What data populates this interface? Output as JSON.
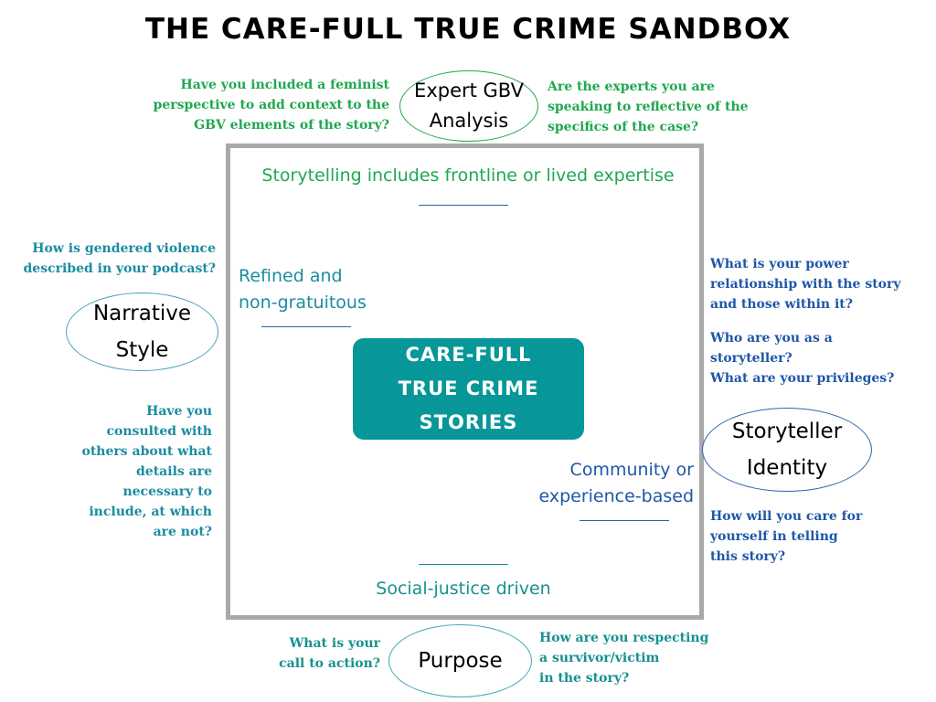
{
  "title": "THE CARE-FULL TRUE CRIME SANDBOX",
  "colors": {
    "green": "#1fa84f",
    "teal": "#1a8ca0",
    "blue": "#1f57a8",
    "center_badge": "#079799",
    "frame": "#a9a9a9"
  },
  "expert": {
    "label_line1": "Expert GBV",
    "label_line2": "Analysis",
    "question_left": [
      "Have you included a feminist",
      "perspective to add context to the",
      "GBV elements of the story?"
    ],
    "question_right": [
      "Are the experts you are",
      "speaking to reflective of the",
      "specifics of the case?"
    ],
    "inner_text": "Storytelling includes frontline or lived expertise"
  },
  "narrative": {
    "label_line1": "Narrative",
    "label_line2": "Style",
    "question_top": [
      "How is gendered violence",
      "described in your podcast?"
    ],
    "question_bottom": [
      "Have you",
      "consulted with",
      "others about what",
      "details are",
      "necessary to",
      "include, at which",
      "are not?"
    ],
    "inner_text": [
      "Refined and",
      "non-gratuitous"
    ]
  },
  "identity": {
    "label_line1": "Storyteller",
    "label_line2": "Identity",
    "question_top": [
      "What is your power",
      "relationship with the story",
      "and those within it?"
    ],
    "question_middle": [
      "Who are you as a",
      "storyteller?",
      "What are your privileges?"
    ],
    "question_bottom": [
      "How will you care for",
      "yourself in telling",
      "this story?"
    ],
    "inner_text": [
      "Community or",
      "experience-based"
    ]
  },
  "purpose": {
    "label": "Purpose",
    "question_left": [
      "What is your",
      "call to action?"
    ],
    "question_right": [
      "How are you respecting",
      "a survivor/victim",
      "in the story?"
    ],
    "inner_text": "Social-justice driven"
  },
  "center": {
    "lines": [
      "CARE-FULL",
      "TRUE CRIME",
      "STORIES"
    ]
  }
}
